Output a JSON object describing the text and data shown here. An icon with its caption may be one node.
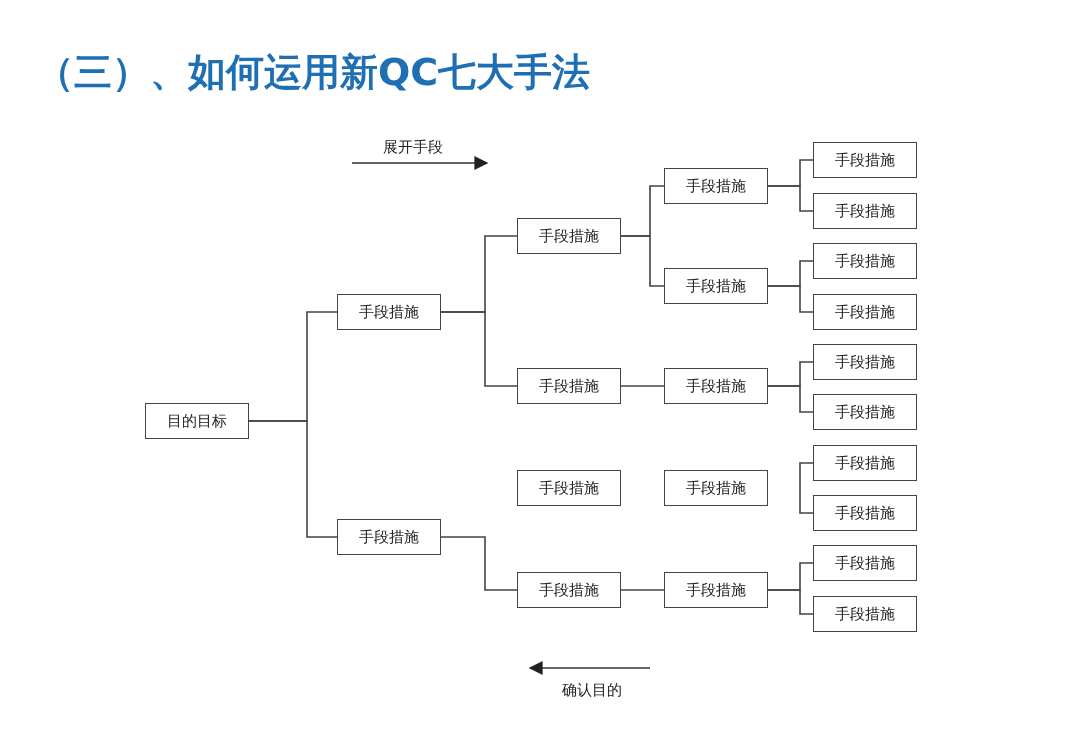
{
  "diagram": {
    "title": "（三）、如何运用新QC七大手法",
    "nodes": [
      {
        "text": [
          "目的目标"
        ]
      },
      {
        "text": [
          "手段措施"
        ]
      },
      {
        "text": [
          "手段措施"
        ]
      },
      {
        "text": [
          "手段措施"
        ]
      },
      {
        "text": [
          "手段措施"
        ]
      },
      {
        "text": [
          "手段措施"
        ]
      },
      {
        "text": [
          "手段措施"
        ]
      },
      {
        "text": [
          "手段措施"
        ]
      },
      {
        "text": [
          "手段措施"
        ]
      },
      {
        "text": [
          "手段措施"
        ]
      },
      {
        "text": [
          "手段措施"
        ]
      },
      {
        "text": [
          "手段措施"
        ]
      },
      {
        "text": [
          "手段措施"
        ]
      },
      {
        "text": [
          "手段措施"
        ]
      },
      {
        "text": [
          "手段措施"
        ]
      },
      {
        "text": [
          "手段措施"
        ]
      },
      {
        "text": [
          "手段措施"
        ]
      },
      {
        "text": [
          "手段措施"
        ]
      },
      {
        "text": [
          "手段措施"
        ]
      },
      {
        "text": [
          "手段措施"
        ]
      },
      {
        "text": [
          "手段措施"
        ]
      },
      {
        "text": [
          "手段措施"
        ]
      }
    ],
    "edges": [
      {
        "from": 0,
        "to": 1,
        "arrow": "none"
      },
      {
        "from": 0,
        "to": 2,
        "arrow": "none"
      },
      {
        "from": 1,
        "to": 3,
        "arrow": "none"
      },
      {
        "from": 1,
        "to": 4,
        "arrow": "none"
      },
      {
        "from": 3,
        "to": 7,
        "arrow": "none"
      },
      {
        "from": 3,
        "to": 8,
        "arrow": "none"
      },
      {
        "from": 7,
        "to": 12,
        "arrow": "none"
      },
      {
        "from": 7,
        "to": 13,
        "arrow": "none"
      },
      {
        "from": 8,
        "to": 14,
        "arrow": "none"
      },
      {
        "from": 8,
        "to": 15,
        "arrow": "none"
      },
      {
        "from": 4,
        "to": 9,
        "arrow": "none"
      },
      {
        "from": 9,
        "to": 16,
        "arrow": "none"
      },
      {
        "from": 9,
        "to": 17,
        "arrow": "none"
      },
      {
        "from": 18,
        "to": 19,
        "arrow": "none"
      },
      {
        "from": 2,
        "to": 6,
        "arrow": "none"
      },
      {
        "from": 6,
        "to": 11,
        "arrow": "none"
      },
      {
        "from": 11,
        "to": 20,
        "arrow": "none"
      },
      {
        "from": 11,
        "to": 21,
        "arrow": "none"
      }
    ],
    "labels": [
      "展开手段",
      "确认目的"
    ]
  }
}
